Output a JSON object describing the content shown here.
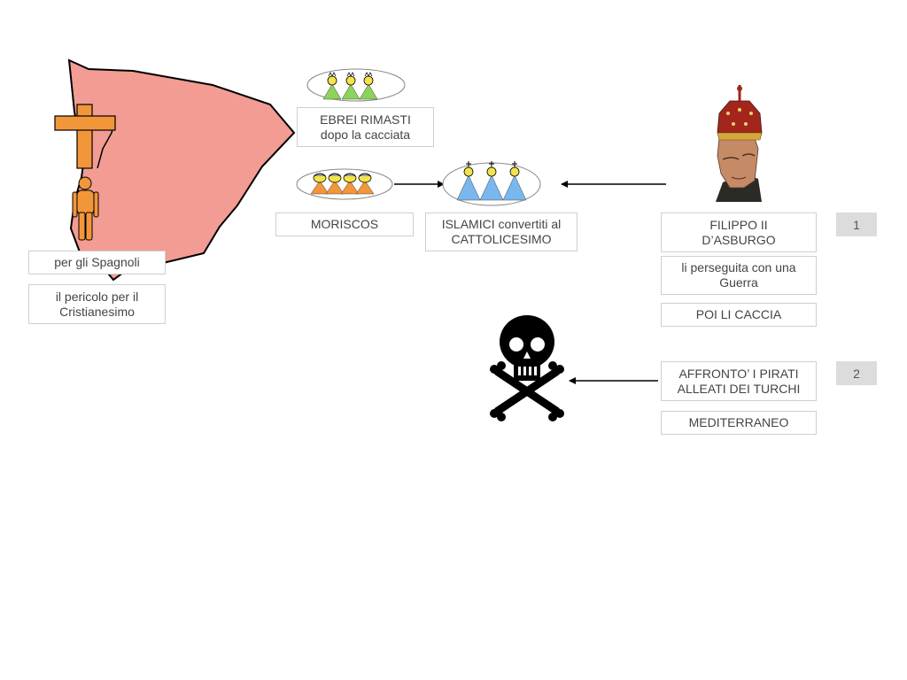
{
  "colors": {
    "spain_fill": "#f29c94",
    "cross_orange": "#f2963a",
    "jews_green": "#8cd35a",
    "moriscos_orange": "#f2963a",
    "converts_blue": "#79b8ee",
    "badge_grey": "#dcdcdc",
    "border_grey": "#cfcfcf"
  },
  "icons": [
    "cross-icon",
    "person-icon",
    "jews-group-icon",
    "moriscos-group-icon",
    "converts-group-icon",
    "king-portrait-icon",
    "skull-crossbones-icon"
  ],
  "labels": {
    "spagnoli": "per gli Spagnoli",
    "pericolo": "il pericolo per il\nCristianesimo",
    "ebrei": "EBREI RIMASTI\ndopo la cacciata",
    "moriscos": "MORISCOS",
    "islamici": "ISLAMICI convertiti al\nCATTOLICESIMO",
    "filippo": "FILIPPO II\nD’ASBURGO",
    "perseguita": "li perseguita con una\nGuerra",
    "caccia": "POI LI CACCIA",
    "affronto": "AFFRONTO’ I PIRATI\nALLEATI DEI TURCHI",
    "mediterraneo": "MEDITERRANEO"
  },
  "badges": {
    "one": "1",
    "two": "2"
  }
}
